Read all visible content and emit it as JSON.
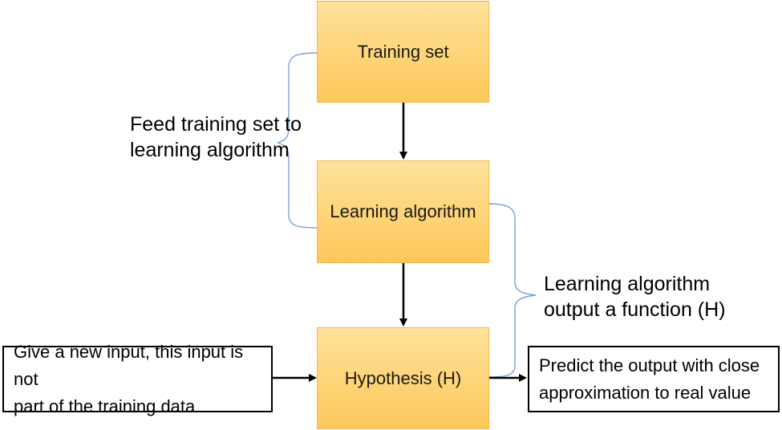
{
  "nodes": {
    "training_set": "Training set",
    "learning_algorithm": "Learning algorithm",
    "hypothesis": "Hypothesis (H)"
  },
  "input_box": {
    "line1": "Give a new input, this input is not",
    "line2": "part of the training data"
  },
  "output_box": {
    "line1": "Predict the output with close",
    "line2": "approximation to real value"
  },
  "annotations": {
    "feed": {
      "line1": "Feed training set to",
      "line2": "learning algorithm"
    },
    "output_fn": {
      "line1": "Learning algorithm",
      "line2": "output a function (H)"
    }
  },
  "colors": {
    "node_fill": "#fcc85a",
    "brace": "#7f9fd6",
    "arrow": "#000000"
  }
}
